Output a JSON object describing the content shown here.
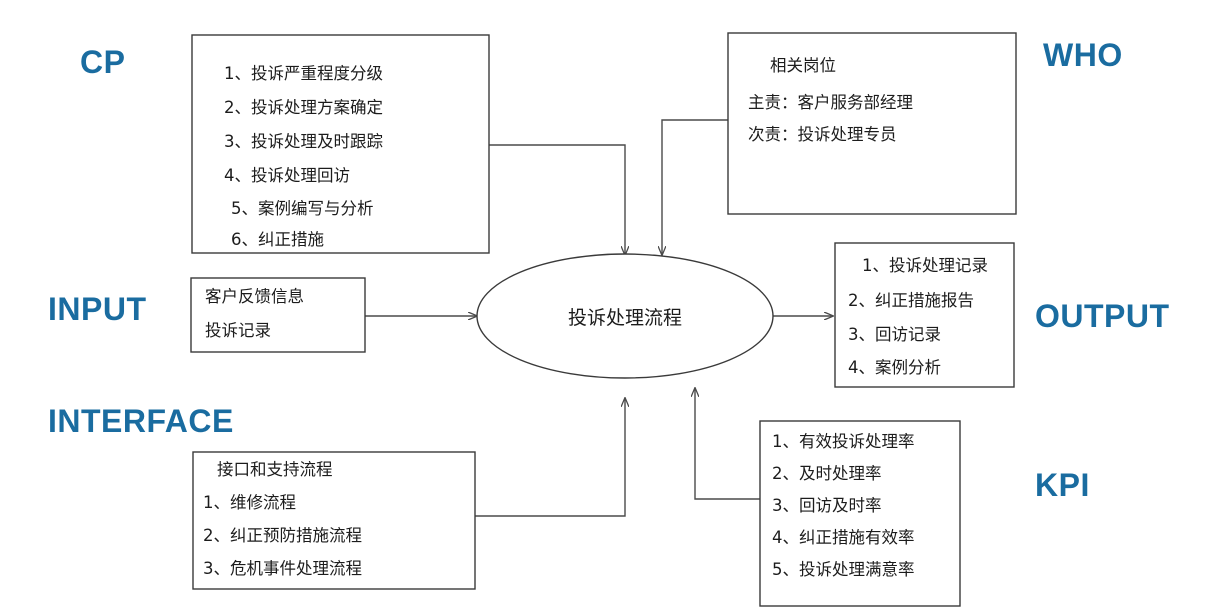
{
  "diagram": {
    "title_center": "投诉处理流程",
    "labels": {
      "cp": "CP",
      "who": "WHO",
      "input": "INPUT",
      "output": "OUTPUT",
      "interface": "INTERFACE",
      "kpi": "KPI"
    },
    "accent_color": "#1A6CA0",
    "line_color": "#4a4a4a",
    "box_border_color": "#3a3a3a",
    "background_color": "#ffffff",
    "boxes": {
      "cp": {
        "name": "CP",
        "lines": [
          "1、投诉严重程度分级",
          "2、投诉处理方案确定",
          "3、投诉处理及时跟踪",
          "4、投诉处理回访",
          "5、案例编写与分析",
          "6、纠正措施"
        ]
      },
      "who": {
        "name": "WHO",
        "lines": [
          "相关岗位",
          "主责：客户服务部经理",
          "次责：投诉处理专员"
        ]
      },
      "input": {
        "name": "INPUT",
        "lines": [
          "客户反馈信息",
          "投诉记录"
        ]
      },
      "output": {
        "name": "OUTPUT",
        "lines": [
          "1、投诉处理记录",
          "2、纠正措施报告",
          "3、回访记录",
          "4、案例分析"
        ]
      },
      "interface": {
        "name": "INTERFACE",
        "lines": [
          "接口和支持流程",
          "1、维修流程",
          "2、纠正预防措施流程",
          "3、危机事件处理流程"
        ]
      },
      "kpi": {
        "name": "KPI",
        "lines": [
          "1、有效投诉处理率",
          "2、及时处理率",
          "3、回访及时率",
          "4、纠正措施有效率",
          "5、投诉处理满意率"
        ]
      }
    }
  }
}
